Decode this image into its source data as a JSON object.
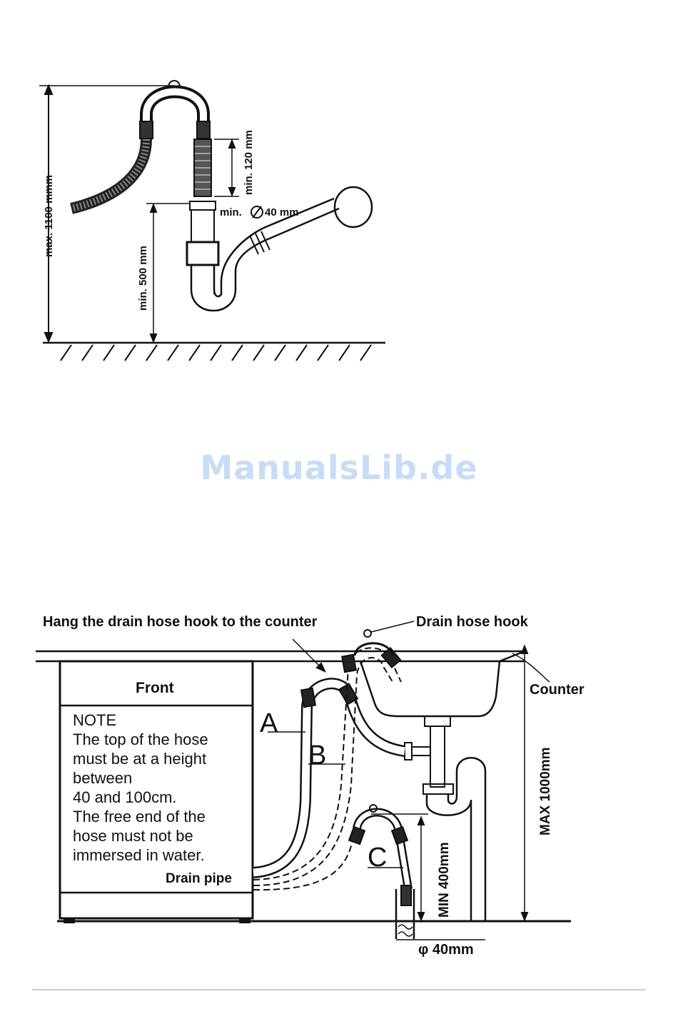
{
  "diagram1": {
    "labels": {
      "max_height": "max. 1100 mmm",
      "min_hose_insert": "min. 120 mm",
      "min_pipe_diameter_prefix": "min.",
      "min_pipe_diameter_value": "40 mm",
      "min_height": "min. 500 mm"
    }
  },
  "watermark": "ManualsLib.de",
  "diagram2": {
    "labels": {
      "hang_instruction": "Hang the drain hose hook to the counter",
      "drain_hose_hook": "Drain hose hook",
      "counter": "Counter",
      "front": "Front",
      "max_height": "MAX 1000mm",
      "min_height": "MIN 400mm",
      "pipe_diameter": "φ 40mm",
      "option_a": "A",
      "option_b": "B",
      "option_c": "C",
      "drain_pipe": "Drain pipe"
    },
    "note_lines": [
      "NOTE",
      "The top of the hose",
      "must be at a height",
      "between",
      "40 and 100cm.",
      "The free end of the",
      "hose must not be",
      "immersed in water."
    ]
  }
}
